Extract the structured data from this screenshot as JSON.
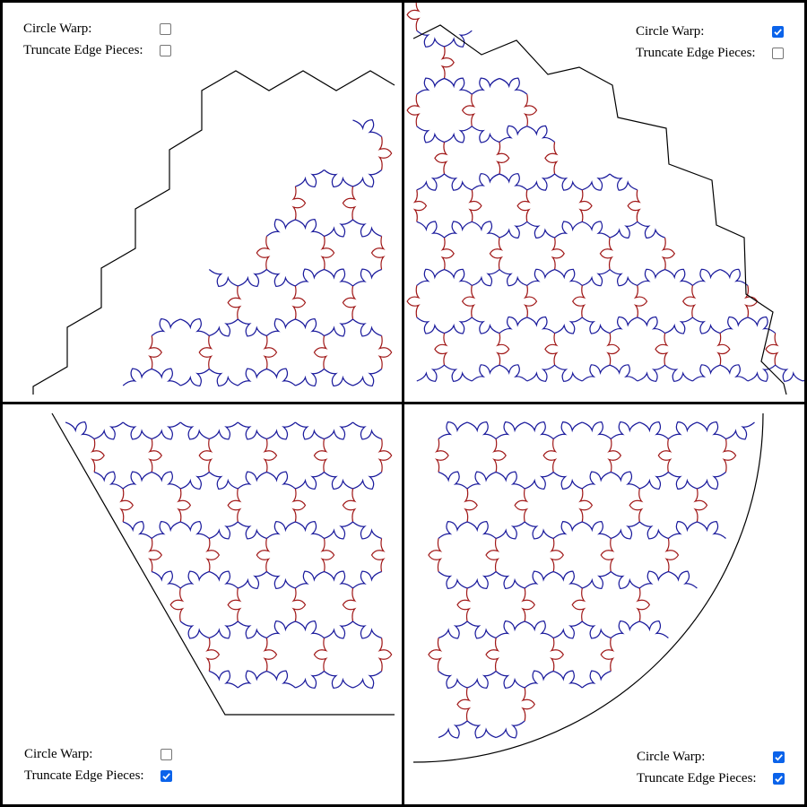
{
  "panels": [
    {
      "circle_warp_label": "Circle Warp:",
      "truncate_label": "Truncate Edge Pieces:",
      "circle_warp": false,
      "truncate": false
    },
    {
      "circle_warp_label": "Circle Warp:",
      "truncate_label": "Truncate Edge Pieces:",
      "circle_warp": true,
      "truncate": false
    },
    {
      "circle_warp_label": "Circle Warp:",
      "truncate_label": "Truncate Edge Pieces:",
      "circle_warp": false,
      "truncate": true
    },
    {
      "circle_warp_label": "Circle Warp:",
      "truncate_label": "Truncate Edge Pieces:",
      "circle_warp": true,
      "truncate": true
    }
  ],
  "colors": {
    "edge_blue": "#1a1a9c",
    "edge_red": "#a01818",
    "outline": "#000000",
    "checkbox_checked": "#0b63ea"
  },
  "icons": {
    "checkmark": "checkmark-icon"
  }
}
